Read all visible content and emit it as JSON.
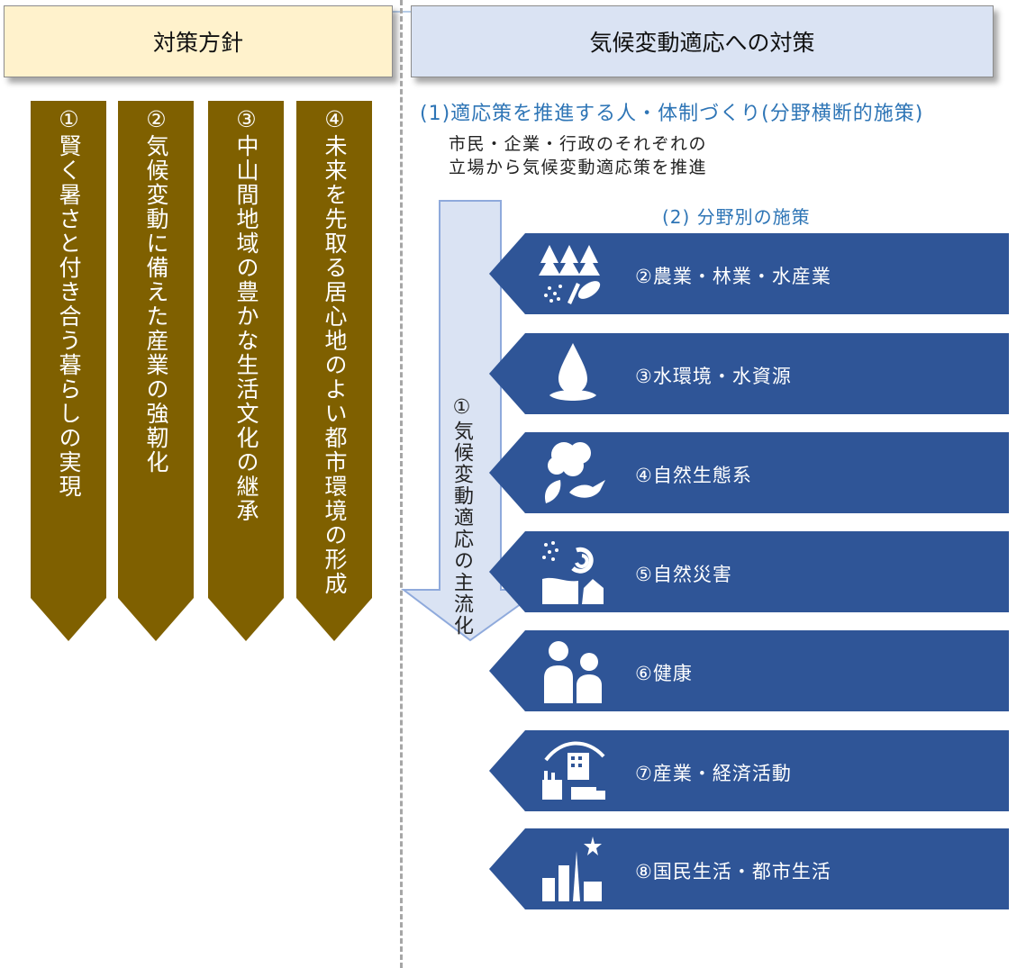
{
  "headers": {
    "left": "対策方針",
    "right": "気候変動適応への対策"
  },
  "policies": [
    "①賢く暑さと付き合う暮らしの実現",
    "②気候変動に備えた産業の強靭化",
    "③中山間地域の豊かな生活文化の継承",
    "④未来を先取る居心地のよい都市環境の形成"
  ],
  "section1": {
    "title": "(1)適応策を推進する人・体制づくり(分野横断的施策)",
    "desc_line1": "市民・企業・行政のそれぞれの",
    "desc_line2": "立場から気候変動適応策を推進"
  },
  "section2": {
    "title": "(2) 分野別の施策"
  },
  "mainstream": "①気候変動適応の主流化",
  "fields": [
    {
      "label": "②農業・林業・水産業",
      "icon": "forest-fish-icon"
    },
    {
      "label": "③水環境・水資源",
      "icon": "water-drop-icon"
    },
    {
      "label": "④自然生態系",
      "icon": "tree-bird-icon"
    },
    {
      "label": "⑤自然災害",
      "icon": "storm-disaster-icon"
    },
    {
      "label": "⑥健康",
      "icon": "people-icon"
    },
    {
      "label": "⑦産業・経済活動",
      "icon": "industry-icon"
    },
    {
      "label": "⑧国民生活・都市生活",
      "icon": "city-icon"
    }
  ],
  "colors": {
    "policy_column": "#7f6000",
    "field_box": "#2f5597",
    "header_left_bg": "#fff2cc",
    "header_right_bg": "#dae3f3",
    "section_title": "#2e75b6",
    "arrow_fill": "#dae3f3"
  }
}
